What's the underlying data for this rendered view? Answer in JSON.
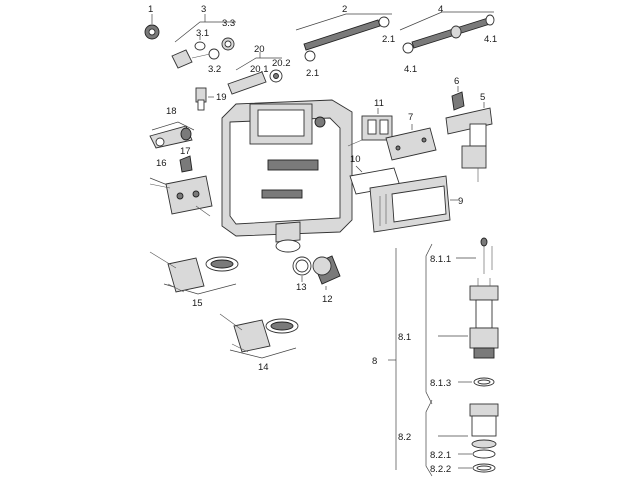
{
  "labels": {
    "l1": "1",
    "l2": "2",
    "l2_1a": "2.1",
    "l2_1b": "2.1",
    "l3": "3",
    "l3_1": "3.1",
    "l3_2": "3.2",
    "l3_3": "3.3",
    "l4": "4",
    "l4_1a": "4.1",
    "l4_1b": "4.1",
    "l5": "5",
    "l6": "6",
    "l7": "7",
    "l8": "8",
    "l8_1": "8.1",
    "l8_1_1": "8.1.1",
    "l8_1_3": "8.1.3",
    "l8_2": "8.2",
    "l8_2_1": "8.2.1",
    "l8_2_2": "8.2.2",
    "l9": "9",
    "l10": "10",
    "l11": "11",
    "l12": "12",
    "l13": "13",
    "l14": "14",
    "l15": "15",
    "l16": "16",
    "l17": "17",
    "l18": "18",
    "l19": "19",
    "l20": "20",
    "l20_1": "20.1",
    "l20_2": "20.2"
  },
  "colors": {
    "line": "#333333",
    "fill_light": "#d9d9d9",
    "fill_dark": "#7a7a7a"
  }
}
